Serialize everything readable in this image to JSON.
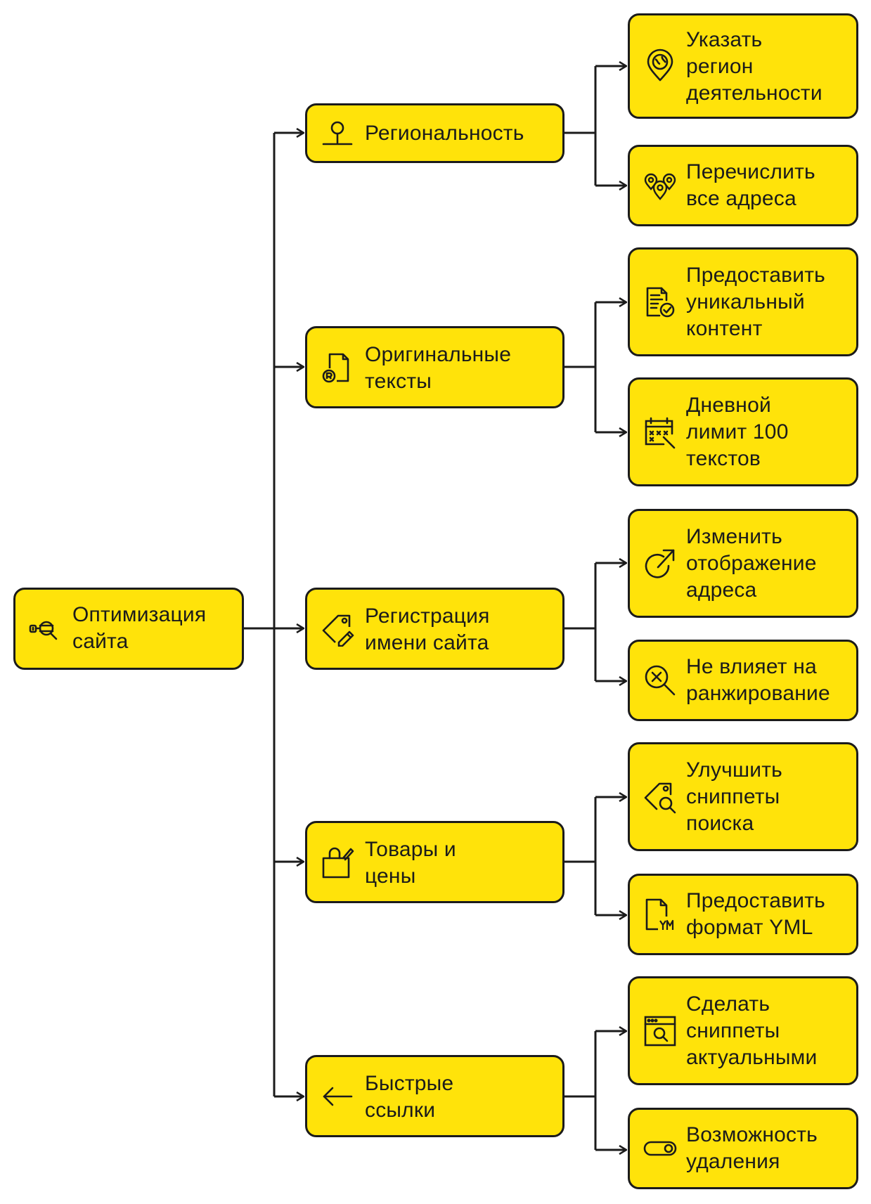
{
  "diagram": {
    "root": {
      "label": "Оптимизация\nсайта",
      "icon": "seo-optimization-icon"
    },
    "branches": [
      {
        "label": "Региональность",
        "icon": "location-pin-icon",
        "leaves": [
          {
            "label": "Указать\nрегион\nдеятельности",
            "icon": "globe-pin-icon"
          },
          {
            "label": "Перечислить\nвсе адреса",
            "icon": "multiple-pins-icon"
          }
        ]
      },
      {
        "label": "Оригинальные\nтексты",
        "icon": "copyright-document-icon",
        "leaves": [
          {
            "label": "Предоставить\nуникальный\nконтент",
            "icon": "document-check-icon"
          },
          {
            "label": "Дневной\nлимит 100\nтекстов",
            "icon": "calendar-limit-icon"
          }
        ]
      },
      {
        "label": "Регистрация\nимени сайта",
        "icon": "tag-pencil-icon",
        "leaves": [
          {
            "label": "Изменить\nотображение\nадреса",
            "icon": "redirect-arrow-icon"
          },
          {
            "label": "Не влияет на\nранжирование",
            "icon": "search-cancel-icon"
          }
        ]
      },
      {
        "label": "Товары и\nцены",
        "icon": "shopping-bag-icon",
        "leaves": [
          {
            "label": "Улучшить\nсниппеты\nпоиска",
            "icon": "tag-search-icon"
          },
          {
            "label": "Предоставить\nформат YML",
            "icon": "yml-file-icon"
          }
        ]
      },
      {
        "label": "Быстрые\nссылки",
        "icon": "arrow-left-icon",
        "leaves": [
          {
            "label": "Сделать\nсниппеты\nактуальными",
            "icon": "browser-search-icon"
          },
          {
            "label": "Возможность\nудаления",
            "icon": "toggle-switch-icon"
          }
        ]
      }
    ]
  },
  "colors": {
    "box_fill": "#FFE30A",
    "stroke": "#1b1b1b",
    "background": "#ffffff"
  }
}
